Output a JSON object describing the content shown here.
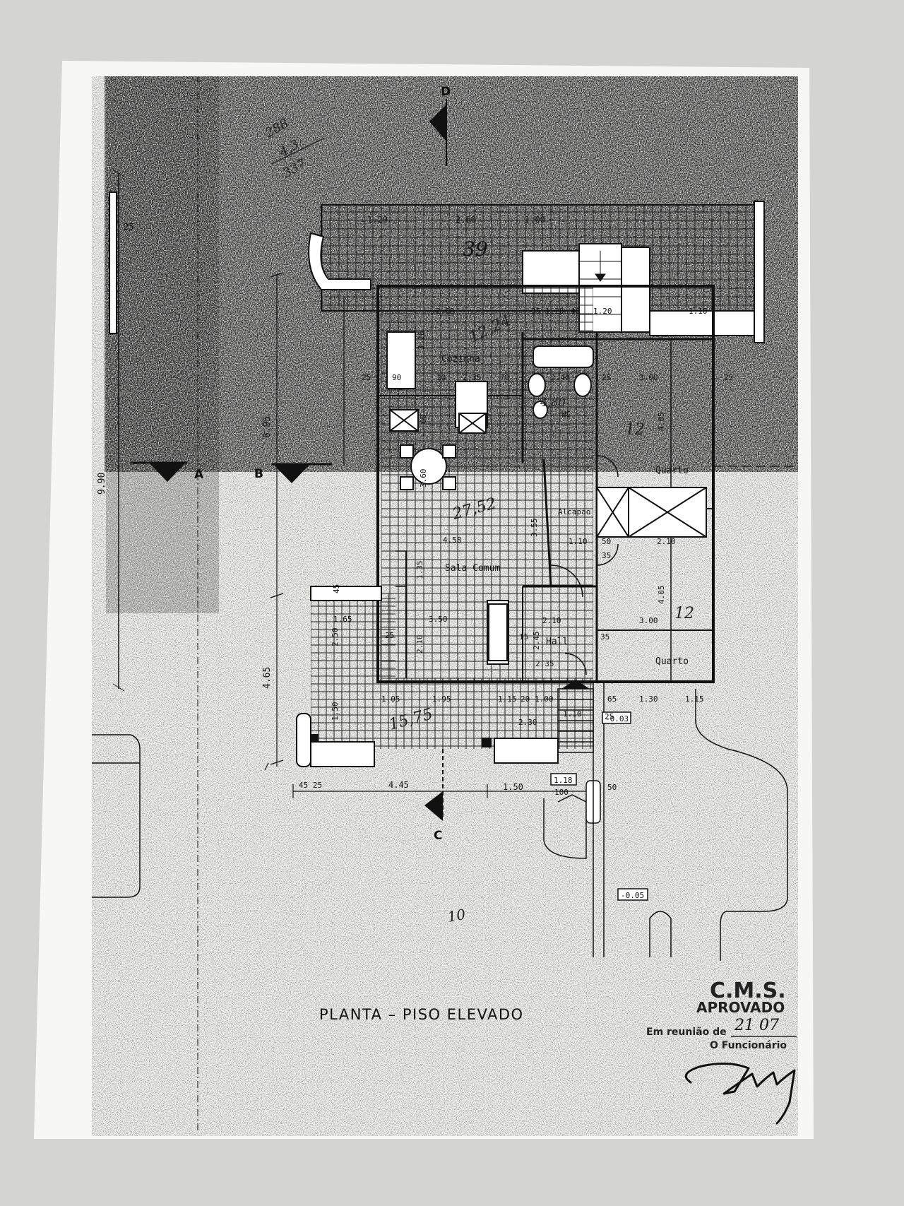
{
  "sheet": {
    "title": "PLANTA – PISO ELEVADO",
    "stamp": {
      "org": "C.M.S.",
      "status": "APROVADO",
      "meeting_label": "Em reunião de",
      "meeting_date": "21 07",
      "official_label": "O Funcionário"
    }
  },
  "section_markers": {
    "a": "A",
    "b": "B",
    "c": "C",
    "d": "D"
  },
  "rooms": {
    "kitchen": "Cozinha",
    "living": "Sala Comum",
    "hall": "Hall",
    "bedroom_top": "Quarto",
    "bedroom_bottom": "Quarto",
    "wc": "WC",
    "pantry": "Alcapao"
  },
  "handwritten": {
    "top_calc_1": "288",
    "top_calc_2": "4,3",
    "top_calc_3": "337",
    "terrace": "39",
    "kitchen_area": "12,24",
    "dining_area": "27,52",
    "wc_area": "4,80",
    "bedroom_top_area": "12",
    "bedroom_bottom_area": "12",
    "porch_area": "15,75",
    "garden": "10"
  },
  "levels": {
    "lvl_1": "-0.03",
    "lvl_2": "1.18",
    "lvl_3": "-0.05"
  },
  "dimensions": {
    "d_120": "1.20",
    "d_260": "2.60",
    "d_100": "1.00",
    "d_25a": "25",
    "d_260k": "2.60",
    "d_35": "35",
    "d_120b": "1.20",
    "d_40": "40",
    "d_120c": "1.20",
    "d_110": "1.10",
    "d_320": "3.20",
    "d_25b": "25",
    "d_90": "90",
    "d_10": "10",
    "d_235": "2.35",
    "d_70": "70",
    "d_240": "2.40",
    "d_25c": "25",
    "d_300": "3.00",
    "d_25d": "25",
    "d_60": "60",
    "d_405": "4.05",
    "d_895": "8.95",
    "d_990": "9.90",
    "d_360": "3.60",
    "d_355": "3.55",
    "d_458": "4.58",
    "d_110b": "1.10",
    "d_50": "50",
    "d_210": "2.10",
    "d_35b": "35",
    "d_135": "1.35",
    "d_405b": "4.05",
    "d_300b": "3.00",
    "d_45": "45",
    "d_165": "1.65",
    "d_250": "2.50",
    "d_350": "3.50",
    "d_210b": "2.10",
    "d_25e": "25",
    "d_210c": "2.10",
    "d_15": "15",
    "d_245": "2.45",
    "d_35c": "35",
    "d_235b": "2.35",
    "d_465": "4.65",
    "d_105": "1.05",
    "d_195": "1.95",
    "d_115": "1.15",
    "d_20": "20",
    "d_100b": "1.00",
    "d_65": "65",
    "d_130": "1.30",
    "d_115b": "1.15",
    "d_150": "1.50",
    "d_230": "2.30",
    "d_110c": "1.10",
    "d_25f": "25",
    "d_4525": "45 25",
    "d_445": "4.45",
    "d_150b": "1.50",
    "d_100c": "100",
    "d_50b": "50"
  }
}
